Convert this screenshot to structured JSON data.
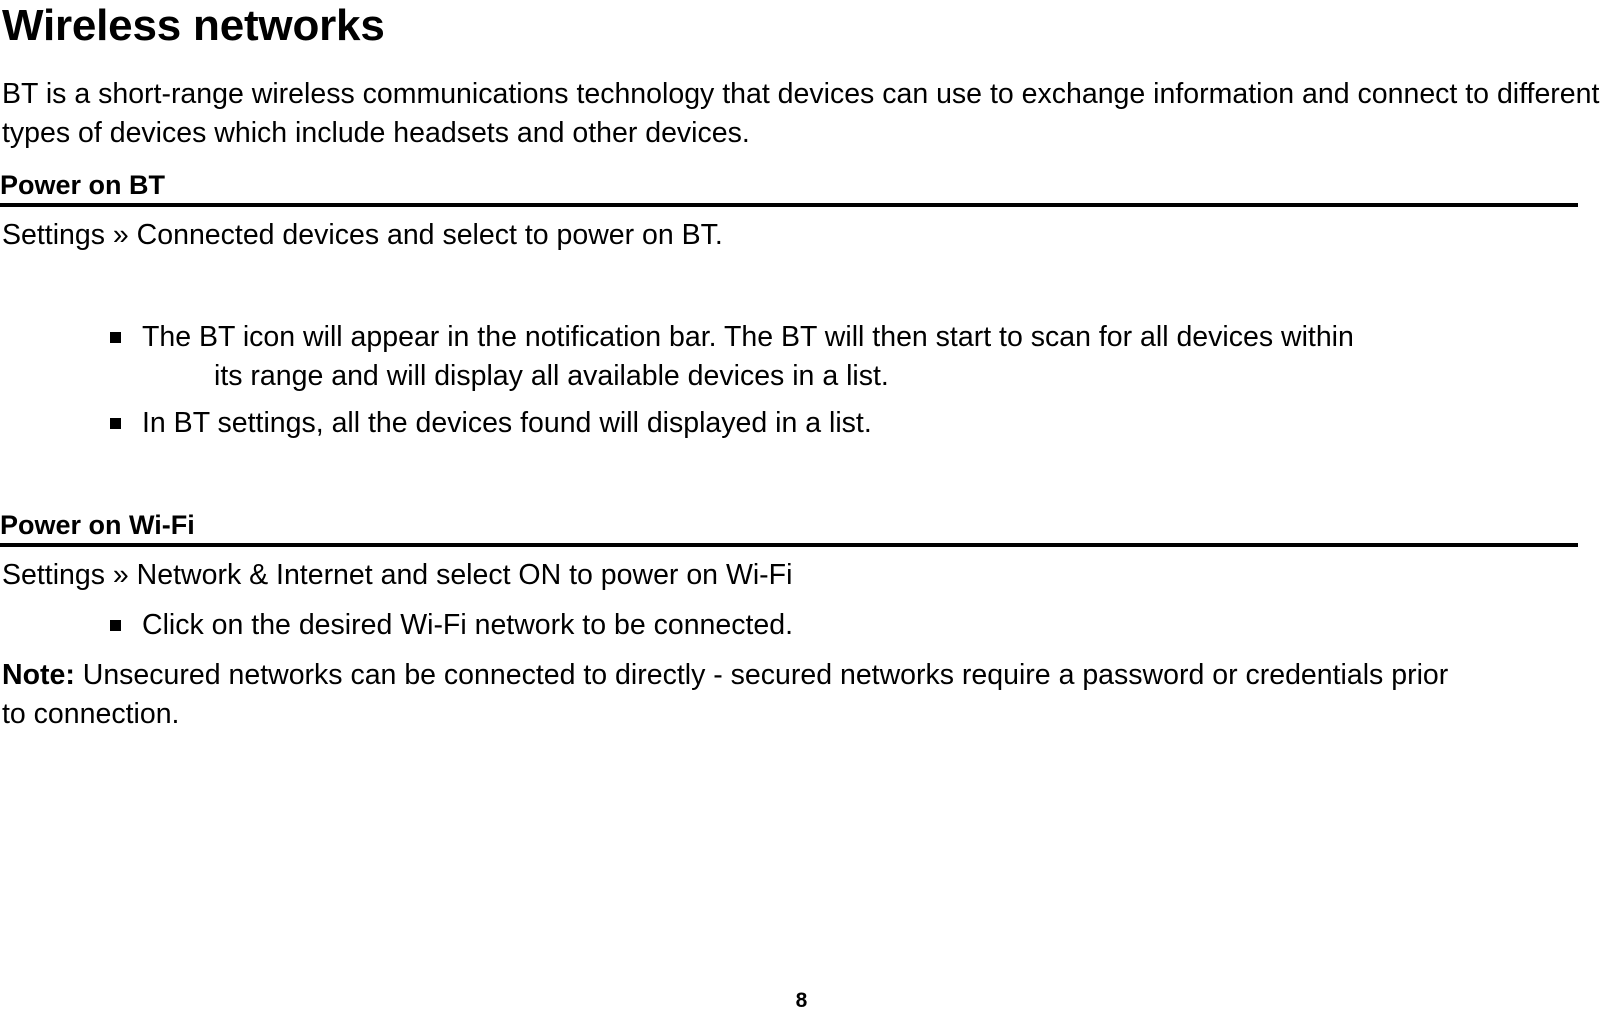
{
  "document": {
    "title": "Wireless networks",
    "intro_paragraph": "BT is a short-range wireless communications technology that devices can use to exchange information and connect to different types of devices which include headsets and other devices.",
    "page_number": "8"
  },
  "sections": {
    "bt": {
      "heading": "Power on BT",
      "path_line": "Settings » Connected devices and select to power on BT.",
      "bullets": [
        {
          "line1": "The BT icon will appear in the notification bar. The BT will then start to scan for all devices within",
          "line2": "its range and will display all available devices in a list."
        },
        {
          "line1": "In BT settings, all the devices found will displayed in a list."
        }
      ]
    },
    "wifi": {
      "heading": "Power on Wi-Fi",
      "path_line": "Settings » Network & Internet and select ON to power on Wi-Fi",
      "bullets": [
        {
          "line1": "Click on the desired Wi-Fi network to be connected."
        }
      ]
    }
  },
  "note": {
    "label": "Note:",
    "text": " Unsecured networks can be connected to directly - secured networks require a password or credentials prior to connection."
  },
  "styles": {
    "text_color": "#000000",
    "background_color": "#ffffff",
    "rule_color": "#000000"
  }
}
